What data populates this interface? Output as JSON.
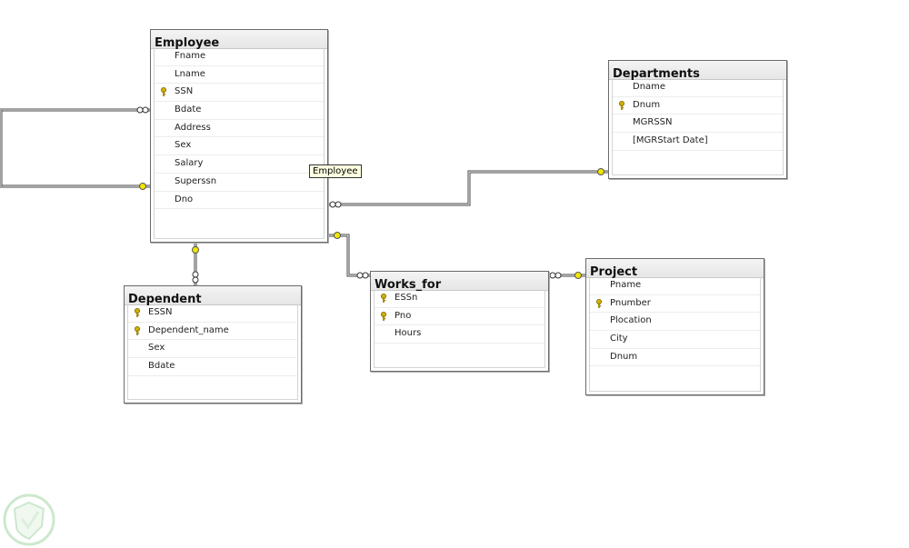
{
  "diagram": {
    "tables": [
      {
        "id": "employee",
        "title": "Employee",
        "columns": [
          {
            "name": "Fname",
            "key": false
          },
          {
            "name": "Lname",
            "key": false
          },
          {
            "name": "SSN",
            "key": true
          },
          {
            "name": "Bdate",
            "key": false
          },
          {
            "name": "Address",
            "key": false
          },
          {
            "name": "Sex",
            "key": false
          },
          {
            "name": "Salary",
            "key": false
          },
          {
            "name": "Superssn",
            "key": false
          },
          {
            "name": "Dno",
            "key": false
          }
        ]
      },
      {
        "id": "departments",
        "title": "Departments",
        "columns": [
          {
            "name": "Dname",
            "key": false
          },
          {
            "name": "Dnum",
            "key": true
          },
          {
            "name": "MGRSSN",
            "key": false
          },
          {
            "name": "[MGRStart Date]",
            "key": false
          }
        ]
      },
      {
        "id": "dependent",
        "title": "Dependent",
        "columns": [
          {
            "name": "ESSN",
            "key": true
          },
          {
            "name": "Dependent_name",
            "key": true
          },
          {
            "name": "Sex",
            "key": false
          },
          {
            "name": "Bdate",
            "key": false
          }
        ]
      },
      {
        "id": "works_for",
        "title": "Works_for",
        "columns": [
          {
            "name": "ESSn",
            "key": true
          },
          {
            "name": "Pno",
            "key": true
          },
          {
            "name": "Hours",
            "key": false
          }
        ]
      },
      {
        "id": "project",
        "title": "Project",
        "columns": [
          {
            "name": "Pname",
            "key": false
          },
          {
            "name": "Pnumber",
            "key": true
          },
          {
            "name": "Plocation",
            "key": false
          },
          {
            "name": "City",
            "key": false
          },
          {
            "name": "Dnum",
            "key": false
          }
        ]
      }
    ],
    "relationships": [
      {
        "name": "employee-self-supervisor",
        "from": "employee",
        "to": "employee"
      },
      {
        "name": "employee-departments",
        "from": "employee",
        "to": "departments"
      },
      {
        "name": "employee-dependent",
        "from": "employee",
        "to": "dependent"
      },
      {
        "name": "employee-works-for",
        "from": "employee",
        "to": "works_for"
      },
      {
        "name": "works-for-project",
        "from": "works_for",
        "to": "project"
      }
    ],
    "tooltip": "Employee",
    "colors": {
      "key_icon": "#d4b300",
      "connector": "#444444",
      "endpoint_one": "#f2e600",
      "header_bg": "#ebebeb",
      "border": "#6a6a6a"
    },
    "icons": {
      "primary_key": "key-icon",
      "watermark": "shield-watermark-icon"
    }
  }
}
